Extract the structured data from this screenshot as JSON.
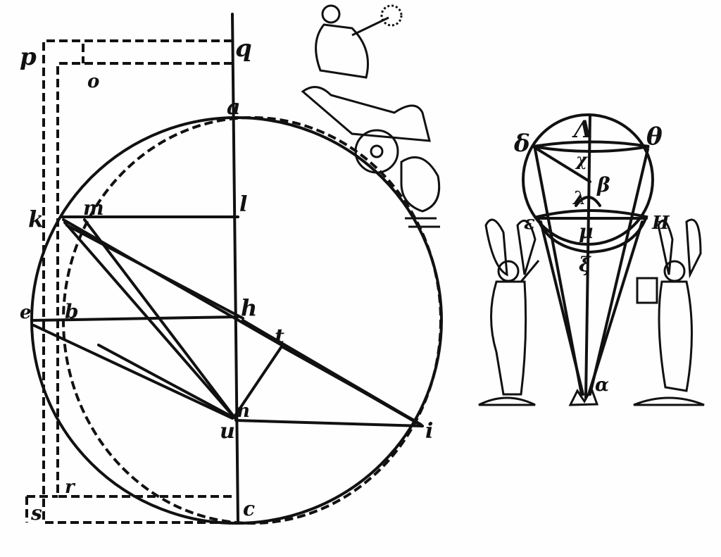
{
  "main_diagram": {
    "labels": {
      "p": "p",
      "q": "q",
      "o": "o",
      "a": "a",
      "k": "k",
      "m": "m",
      "l": "l",
      "h": "h",
      "e": "e",
      "b": "b",
      "t": "t",
      "n": "n",
      "u": "u",
      "i": "i",
      "c": "c",
      "r": "r",
      "s": "s"
    }
  },
  "side_diagram": {
    "labels": {
      "delta": "δ",
      "lambda_top": "Λ",
      "theta": "θ",
      "chi": "χ",
      "beta": "β",
      "lambda": "λ",
      "epsilon": "ε",
      "eta": "H",
      "mu": "μ",
      "xi": "ξ",
      "alpha": "α"
    }
  },
  "colors": {
    "ink": "#111111",
    "paper": "#fefefe"
  }
}
